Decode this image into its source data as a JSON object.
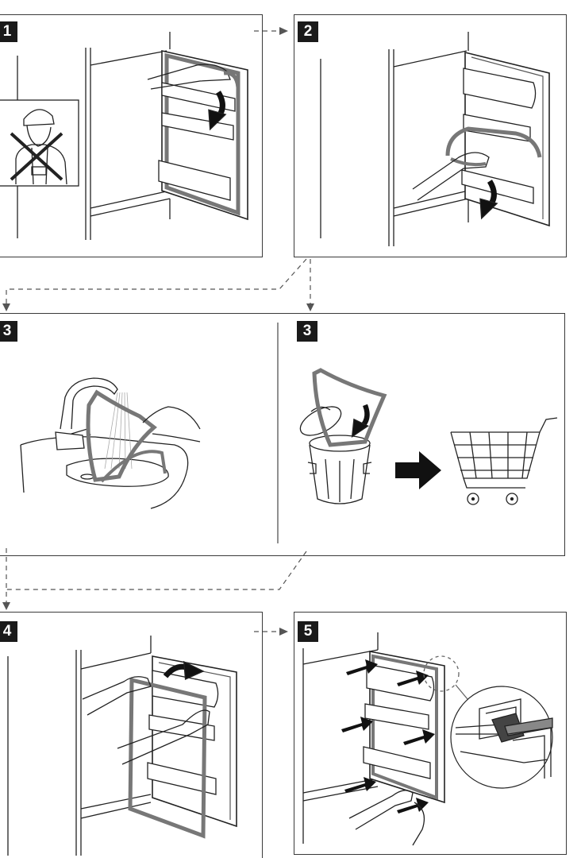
{
  "steps": {
    "p1": "1",
    "p2": "2",
    "p3a": "3",
    "p3b": "3",
    "p4": "4",
    "p5": "5"
  },
  "icons": {
    "arrow": "curved-arrow-icon",
    "cross": "cross-icon",
    "cart": "shopping-cart-icon",
    "bin": "trash-bin-icon",
    "right": "arrow-right-icon",
    "magnifier": "detail-magnifier-icon"
  },
  "colors": {
    "line": "#222222",
    "seal": "#8a8a8a",
    "badge": "#1a1a1a"
  }
}
